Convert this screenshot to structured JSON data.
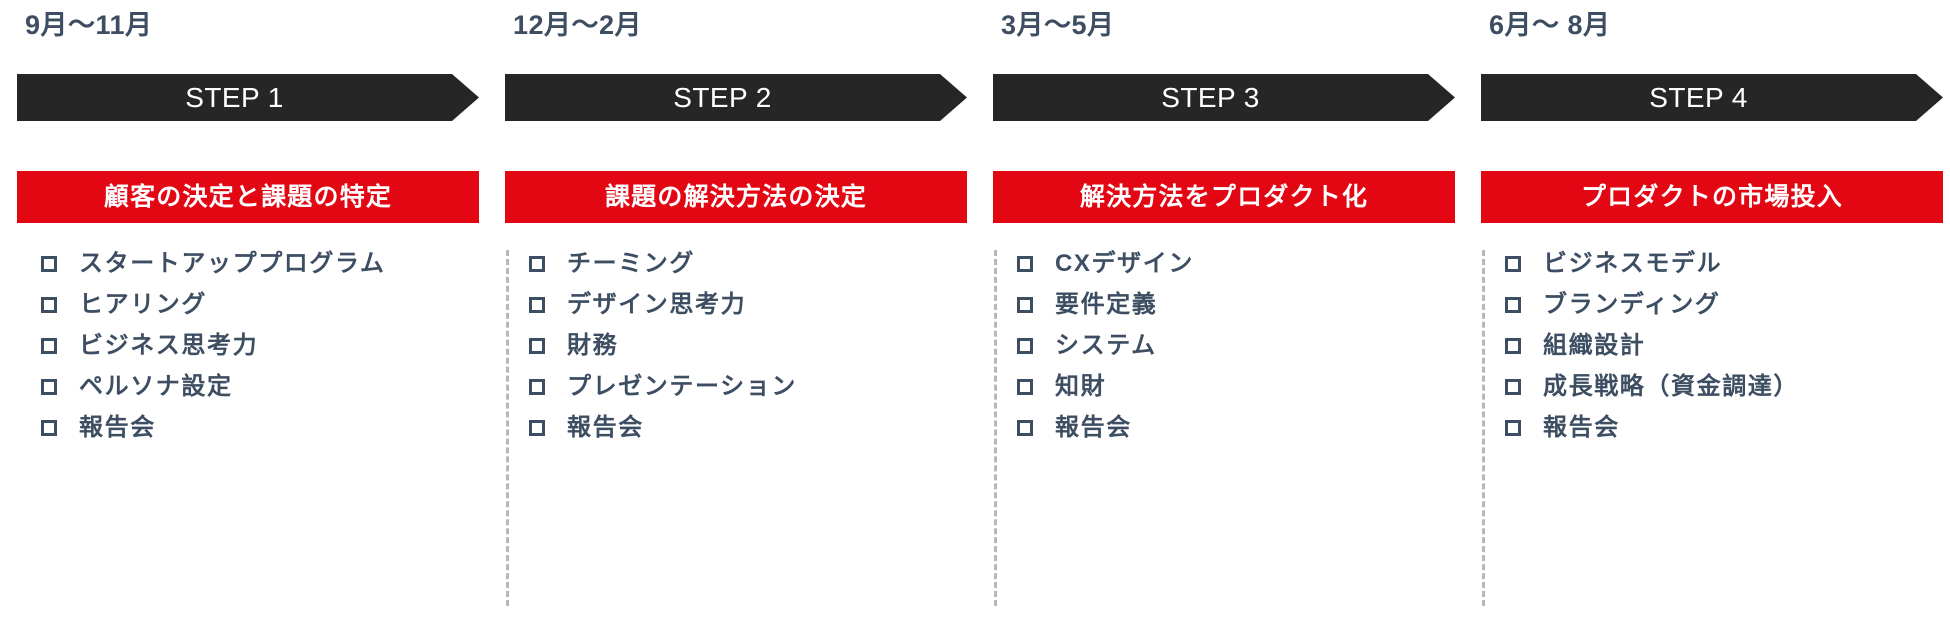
{
  "meta": {
    "background_color": "#FFFFFF",
    "accent_red": "#E30613",
    "arrow_dark": "#262626",
    "text_slate": "#3D4E63",
    "divider_color": "#B8B8B8"
  },
  "columns": [
    {
      "date_range": "9月〜11月",
      "step_label": "STEP 1",
      "banner_title": "顧客の決定と課題の特定",
      "items": [
        "スタートアッププログラム",
        "ヒアリング",
        "ビジネス思考力",
        "ペルソナ設定",
        "報告会"
      ]
    },
    {
      "date_range": "12月〜2月",
      "step_label": "STEP 2",
      "banner_title": "課題の解決方法の決定",
      "items": [
        "チーミング",
        "デザイン思考力",
        "財務",
        "プレゼンテーション",
        "報告会"
      ]
    },
    {
      "date_range": "3月〜5月",
      "step_label": "STEP 3",
      "banner_title": "解決方法をプロダクト化",
      "items": [
        "CXデザイン",
        "要件定義",
        "システム",
        "知財",
        "報告会"
      ]
    },
    {
      "date_range": "6月〜 8月",
      "step_label": "STEP 4",
      "banner_title": "プロダクトの市場投入",
      "items": [
        "ビジネスモデル",
        "ブランディング",
        "組織設計",
        "成長戦略（資金調達）",
        "報告会"
      ]
    }
  ]
}
